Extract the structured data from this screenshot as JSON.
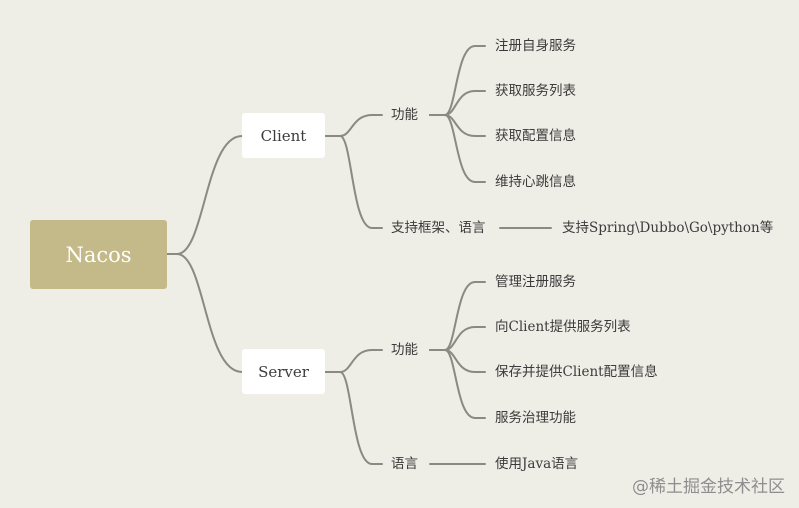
{
  "root": {
    "label": "Nacos"
  },
  "client": {
    "label": "Client",
    "function": {
      "label": "功能",
      "items": [
        "注册自身服务",
        "获取服务列表",
        "获取配置信息",
        "维持心跳信息"
      ]
    },
    "support": {
      "label": "支持框架、语言",
      "detail": "支持Spring\\Dubbo\\Go\\python等"
    }
  },
  "server": {
    "label": "Server",
    "function": {
      "label": "功能",
      "items": [
        "管理注册服务",
        "向Client提供服务列表",
        "保存并提供Client配置信息",
        "服务治理功能"
      ]
    },
    "language": {
      "label": "语言",
      "detail": "使用Java语言"
    }
  },
  "watermark": "@稀土掘金技术社区",
  "colors": {
    "background": "#eeede6",
    "root": "#c4b988",
    "lines": "#8a8a80"
  }
}
